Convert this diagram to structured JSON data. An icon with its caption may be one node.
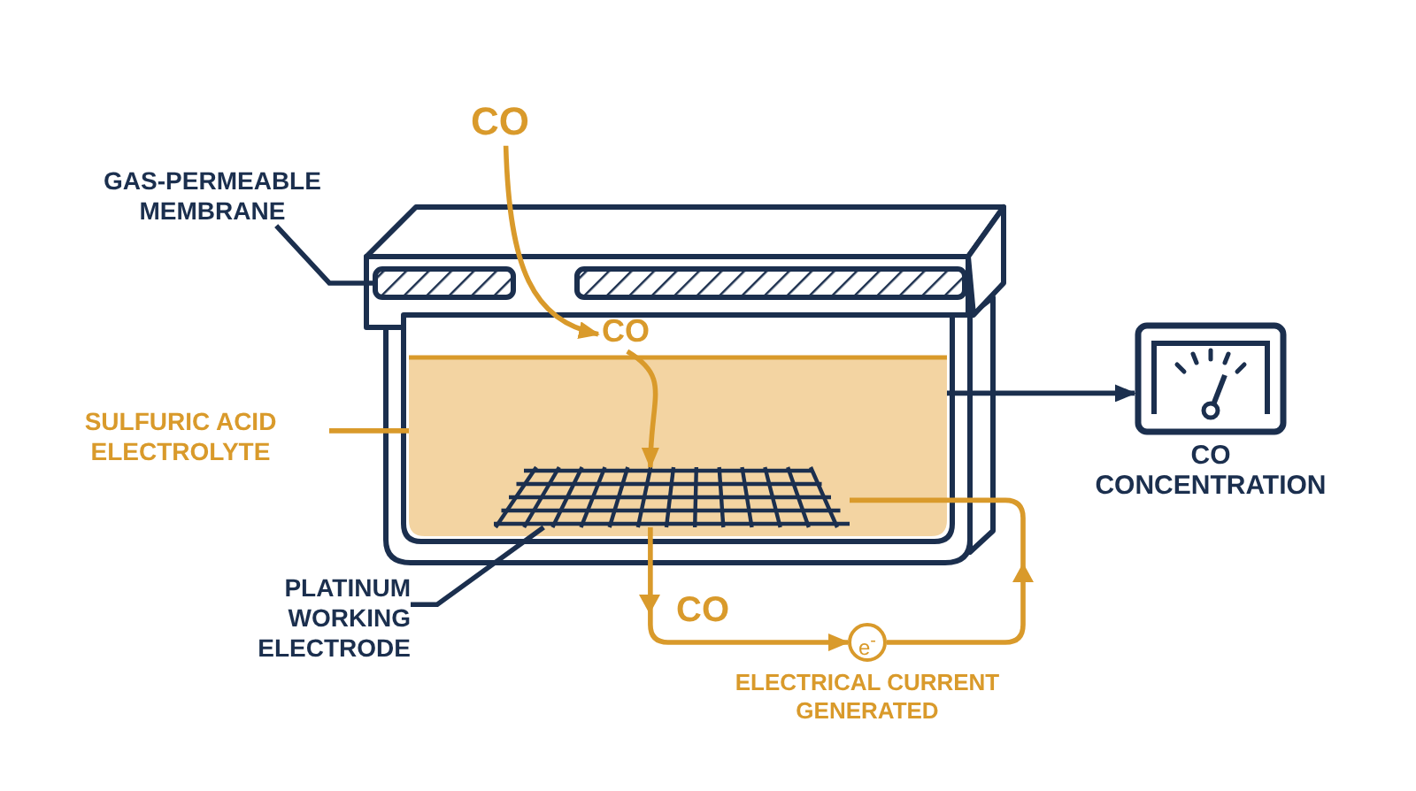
{
  "diagram": {
    "nodes": [
      {
        "text": [
          "CO"
        ]
      },
      {
        "text": [
          "CO"
        ]
      },
      {
        "text": [
          "GAS-PERMEABLE MEMBRANE"
        ]
      },
      {
        "text": [],
        "shape": "bar"
      },
      {
        "text": [
          "SULFURIC ACID ELECTROLYTE"
        ]
      },
      {
        "text": [],
        "shape": "box"
      },
      {
        "text": [],
        "shape": "mesh",
        "in": 5
      },
      {
        "text": [
          "PLATINUM WORKING ELECTRODE"
        ]
      },
      {
        "text": [
          "CO CONCENTRATION"
        ]
      },
      {
        "text": [
          "e$^{-}$"
        ],
        "beside": [
          "ELECTRICAL CURRENT GENERATED"
        ]
      }
    ],
    "edges": [
      {
        "from": 0,
        "to": 1,
        "arrow": "to"
      },
      {
        "from": 1,
        "to": 6,
        "arrow": "to"
      },
      {
        "from": 2,
        "to": 3,
        "arrow": "none",
        "color": "#1b2f4e"
      },
      {
        "from": 4,
        "to": 5,
        "arrow": "none"
      },
      {
        "from": 7,
        "to": 6,
        "arrow": "none",
        "color": "#1b2f4e"
      },
      {
        "from": 5,
        "to": 8,
        "arrow": "to",
        "color": "#1b2f4e"
      },
      {
        "from": 6,
        "to": 9,
        "arrow": "to",
        "label": "CO"
      },
      {
        "from": 9,
        "to": 6,
        "arrow": "to"
      }
    ]
  }
}
